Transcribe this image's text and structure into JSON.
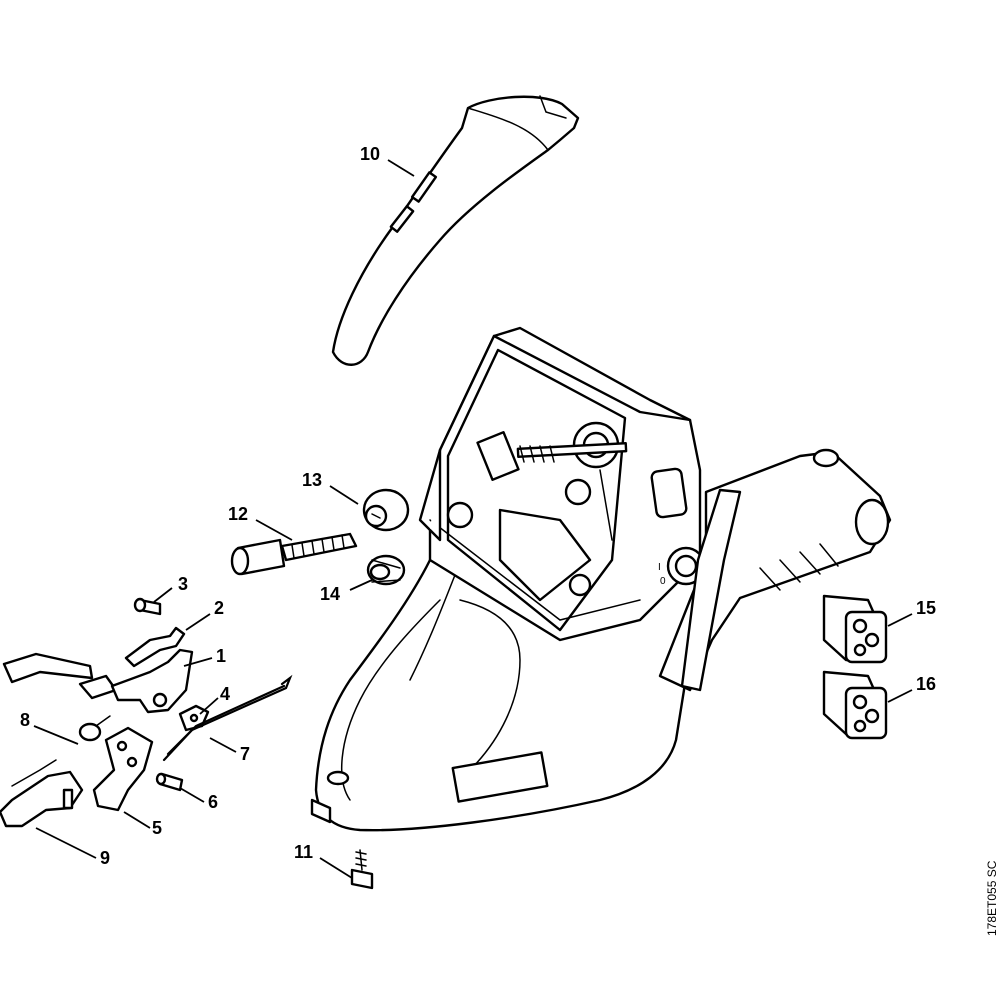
{
  "diagram": {
    "drawing_code": "178ET055 SC",
    "switch_marks": {
      "on": "I",
      "off": "0"
    },
    "callouts": [
      {
        "id": "p1",
        "number": "1"
      },
      {
        "id": "p2",
        "number": "2"
      },
      {
        "id": "p3",
        "number": "3"
      },
      {
        "id": "p4",
        "number": "4"
      },
      {
        "id": "p5",
        "number": "5"
      },
      {
        "id": "p6",
        "number": "6"
      },
      {
        "id": "p7",
        "number": "7"
      },
      {
        "id": "p8",
        "number": "8"
      },
      {
        "id": "p9",
        "number": "9"
      },
      {
        "id": "p10",
        "number": "10"
      },
      {
        "id": "p11",
        "number": "11"
      },
      {
        "id": "p12",
        "number": "12"
      },
      {
        "id": "p13",
        "number": "13"
      },
      {
        "id": "p14",
        "number": "14"
      },
      {
        "id": "p15",
        "number": "15"
      },
      {
        "id": "p16",
        "number": "16"
      }
    ]
  }
}
